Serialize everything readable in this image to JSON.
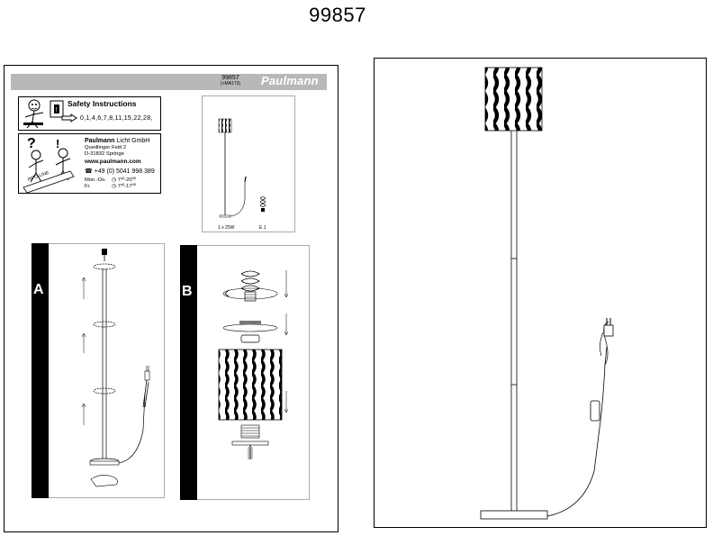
{
  "document": {
    "title": "99857",
    "header": {
      "article_number": "99857",
      "sub_code": "(+MA173)",
      "brand": "Paulmann"
    },
    "safety": {
      "title": "Safety Instructions",
      "pages": "0,1,4,6,7,8,11,15,22,28,"
    },
    "contact": {
      "company_bold": "Paulmann",
      "company_rest": " Licht GmbH",
      "street": "Quedlinger Feld 2",
      "city": "D-31832 Springe",
      "website": "www.paulmann.com",
      "phone": "+49 (0) 5041 998 389",
      "hours_label_1": "Mon.-Do.",
      "hours_value_1": "7³⁰-20⁰⁰",
      "hours_label_2": "Fr.",
      "hours_value_2": "7³⁰-17⁰⁰",
      "ribbon": "INFO-LINE"
    },
    "thumbnail": {
      "label_left": "1 x 25W",
      "label_right": "E 1"
    },
    "steps": {
      "a": "A",
      "b": "B"
    }
  },
  "colors": {
    "header_bar": "#b8b8b8",
    "step_strip": "#000000",
    "frame": "#000000"
  }
}
